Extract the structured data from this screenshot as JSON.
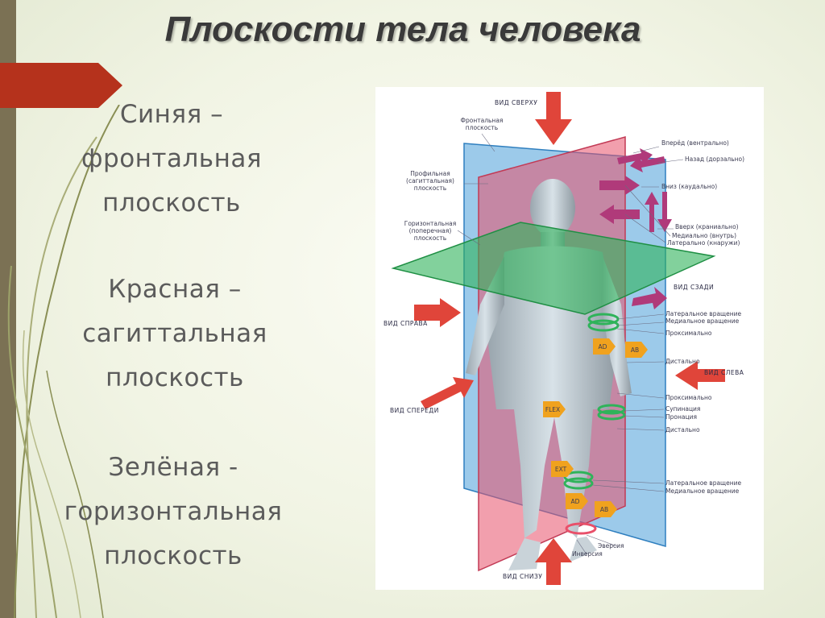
{
  "title": "Плоскости тела человека",
  "bullets": [
    {
      "lines": [
        "Синяя –",
        "фронтальная",
        "плоскость"
      ]
    },
    {
      "lines": [
        "Красная –",
        "сагиттальная",
        "плоскость"
      ]
    },
    {
      "lines": [
        "Зелёная -",
        "горизонтальная",
        "плоскость"
      ]
    }
  ],
  "colors": {
    "accent": "#b5321c",
    "left_bar": "#7b7154",
    "frontal_plane": "#4a9fd8",
    "sagittal_plane": "#e8506a",
    "horizontal_plane": "#2fb35a",
    "arrow": "#e0453a",
    "purple_arrow": "#b03a7a"
  },
  "figure": {
    "labels": {
      "view_top": "ВИД СВЕРХУ",
      "frontal": [
        "Фронтальная",
        "плоскость"
      ],
      "sagittal": [
        "Профильная",
        "(сагиттальная)",
        "плоскость"
      ],
      "horizontal": [
        "Горизонтальная",
        "(поперечная)",
        "плоскость"
      ],
      "forward": "Вперёд (вентрально)",
      "back": "Назад (дорзально)",
      "down": "Вниз (каудально)",
      "up": "Вверх (краниально)",
      "medial": "Медиально (внутрь)",
      "lateral": "Латерально (кнаружи)",
      "view_back": "ВИД СЗАДИ",
      "lat_rot_1": "Латеральное вращение",
      "med_rot_1": "Медиальное вращение",
      "proximal_1": "Проксимально",
      "view_right": "ВИД СПРАВА",
      "distal_1": "Дистально",
      "view_left": "ВИД СЛЕВА",
      "proximal_2": "Проксимально",
      "view_front": "ВИД СПЕРЕДИ",
      "supination": "Супинация",
      "pronation": "Пронация",
      "distal_2": "Дистально",
      "lat_rot_2": "Латеральное вращение",
      "med_rot_2": "Медиальное вращение",
      "eversion": "Эверсия",
      "inversion": "Инверсия",
      "view_bottom": "ВИД СНИЗУ",
      "tag_ad": "AD",
      "tag_ab": "AB",
      "tag_flex": "FLEX",
      "tag_ext": "EXT"
    }
  }
}
